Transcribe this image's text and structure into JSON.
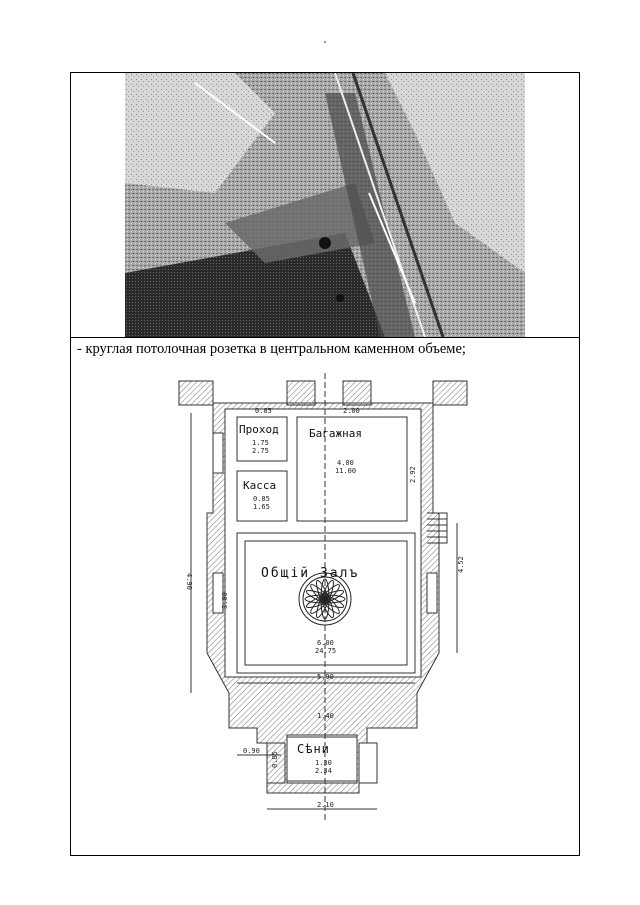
{
  "caption": "- круглая потолочная розетка в центральном каменном объеме;",
  "plan": {
    "rooms": {
      "prokhod": "Проход",
      "bagazhnaya": "Багажная",
      "kassa": "Касса",
      "obshchiy_zal": "Общiй Залъ",
      "seni": "Сѣни"
    },
    "areas": {
      "prokhod": "2.75",
      "prokhod_dim": "1.75",
      "bagazhnaya": "11.00",
      "bagazhnaya_dim": "4.00",
      "kassa": "1.65",
      "kassa_dim": "0.85",
      "zal": "24.75",
      "zal_dim": "6.00",
      "seni": "2.34",
      "seni_dim": "1.30"
    },
    "dims": {
      "top_left": "0.85",
      "top_right": "2.00",
      "right_bag": "2.92",
      "left_total": "4.90",
      "right_total": "4.52",
      "zal_height": "3.00",
      "zal_width": "5.90",
      "porch_top": "1.40",
      "porch_left": "0.90",
      "porch_side": "0.85",
      "bottom": "2.10"
    }
  }
}
